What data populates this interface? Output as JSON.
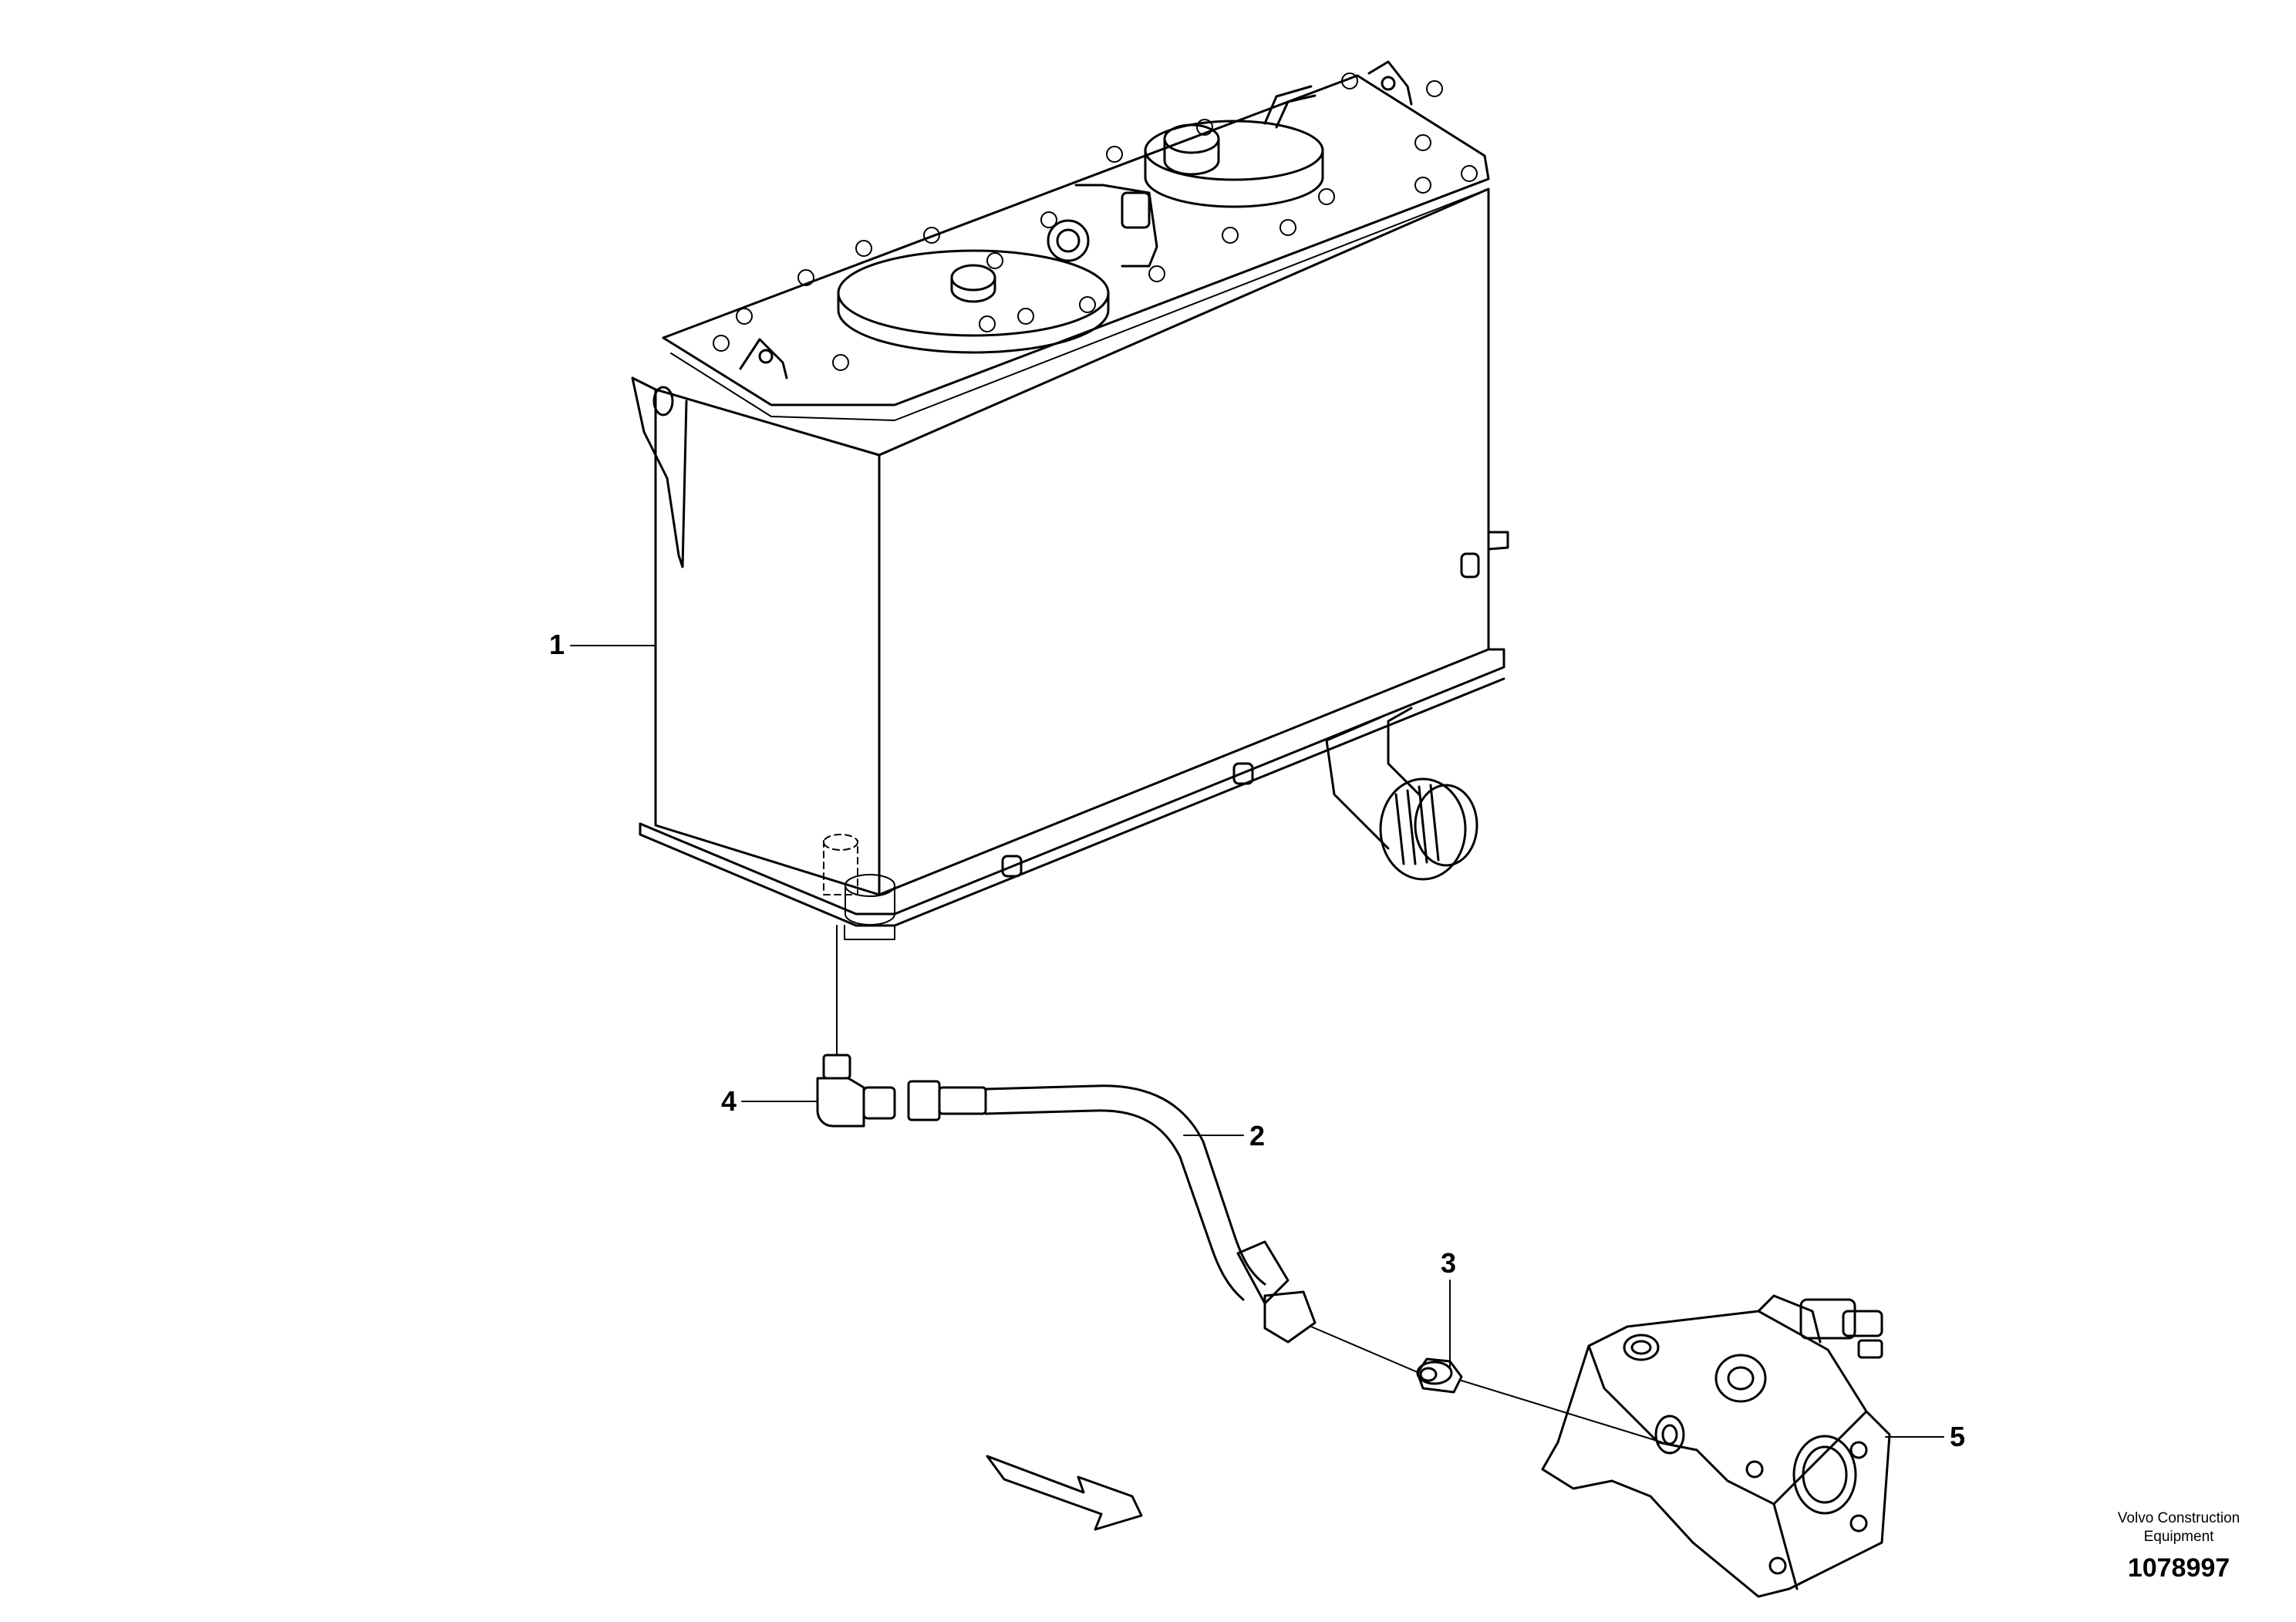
{
  "callouts": [
    {
      "id": "1",
      "label": "1"
    },
    {
      "id": "2",
      "label": "2"
    },
    {
      "id": "3",
      "label": "3"
    },
    {
      "id": "4",
      "label": "4"
    },
    {
      "id": "5",
      "label": "5"
    }
  ],
  "branding": {
    "line1": "Volvo Construction",
    "line2": "Equipment"
  },
  "drawing_number": "1078997",
  "colors": {
    "line": "#000000",
    "background": "#ffffff"
  }
}
